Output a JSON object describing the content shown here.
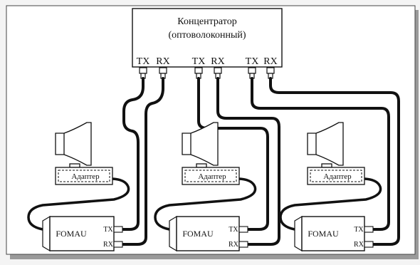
{
  "hub": {
    "title_line1": "Концентратор",
    "title_line2": "(оптоволоконный)",
    "ports": [
      {
        "tx": "TX",
        "rx": "RX"
      },
      {
        "tx": "TX",
        "rx": "RX"
      },
      {
        "tx": "TX",
        "rx": "RX"
      }
    ]
  },
  "stations": [
    {
      "adapter_label": "Адаптер",
      "fomau_label": "FOMAU",
      "tx": "TX",
      "rx": "RX"
    },
    {
      "adapter_label": "Адаптер",
      "fomau_label": "FOMAU",
      "tx": "TX",
      "rx": "RX"
    },
    {
      "adapter_label": "Адаптер",
      "fomau_label": "FOMAU",
      "tx": "TX",
      "rx": "RX"
    }
  ],
  "colors": {
    "line": "#111111",
    "panel": "#ffffff",
    "background": "#f4f4f4",
    "shadow": "#9a9a9a"
  },
  "icons": [
    "monitor-icon",
    "computer-case-icon",
    "connector-icon"
  ]
}
